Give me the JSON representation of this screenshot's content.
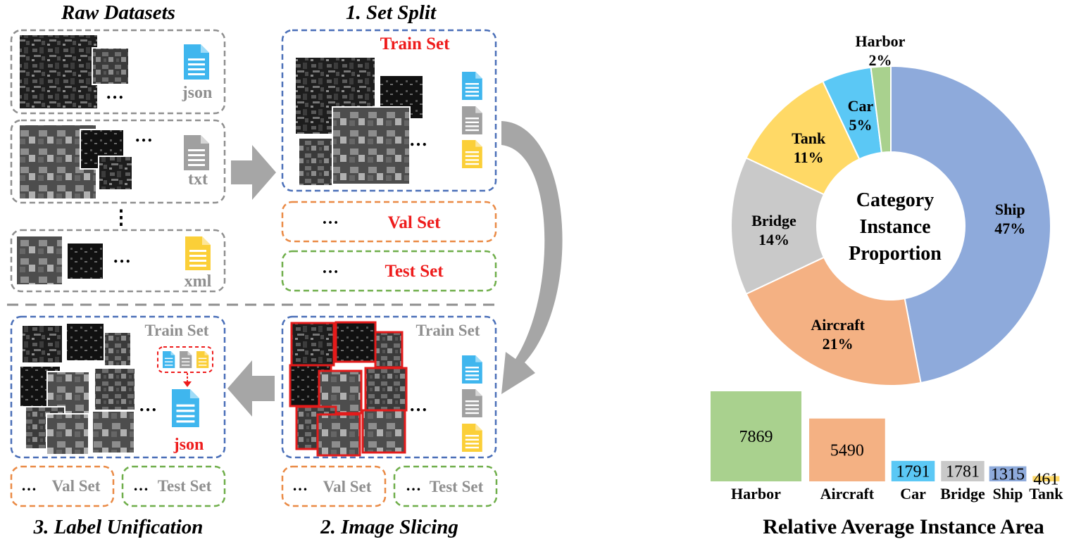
{
  "titles": {
    "raw_datasets": "Raw Datasets",
    "set_split": "1. Set Split",
    "image_slicing": "2. Image Slicing",
    "label_unification": "3. Label Unification"
  },
  "labels": {
    "json": "json",
    "txt": "txt",
    "xml": "xml",
    "dots": "…",
    "vdots": "⋮",
    "train_set": "Train Set",
    "val_set": "Val Set",
    "test_set": "Test Set"
  },
  "colors": {
    "blue_file": "#3fb6ee",
    "gray_file": "#a0a0a0",
    "yellow_file": "#fbcf38",
    "red_text": "#ee1c1c",
    "blue_dash": "#4a6fb8",
    "orange_dash": "#ea8a45",
    "green_dash": "#6fae4a",
    "gray_dash": "#8f8f8f",
    "arrow": "#a6a6a6"
  },
  "chart_data": [
    {
      "type": "pie",
      "title": "Category Instance Proportion",
      "categories": [
        "Ship",
        "Aircraft",
        "Bridge",
        "Tank",
        "Car",
        "Harbor"
      ],
      "values": [
        47,
        21,
        14,
        11,
        5,
        2
      ],
      "labels": [
        "47%",
        "21%",
        "14%",
        "11%",
        "5%",
        "2%"
      ],
      "colors": [
        "#8eaadb",
        "#f4b183",
        "#c9c9c9",
        "#ffd966",
        "#5bc8f5",
        "#a9d18e"
      ],
      "donut": true
    },
    {
      "type": "bar",
      "title": "Relative Average Instance Area",
      "categories": [
        "Harbor",
        "Aircraft",
        "Car",
        "Bridge",
        "Ship",
        "Tank"
      ],
      "values": [
        7869,
        5490,
        1791,
        1781,
        1315,
        461
      ],
      "colors": [
        "#a9d18e",
        "#f4b183",
        "#5bc8f5",
        "#c9c9c9",
        "#8eaadb",
        "#ffd966"
      ]
    }
  ]
}
